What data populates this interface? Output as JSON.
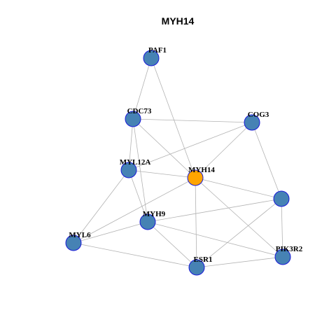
{
  "title": "MYH14",
  "colors": {
    "edge": "#b3b3b3",
    "node_fill": "#4682b4",
    "node_stroke": "#1a1ad8",
    "focus_fill": "#ffa500",
    "label": "#000000",
    "background": "#ffffff"
  },
  "graph": {
    "focus_node": "MYH14",
    "nodes": [
      {
        "id": "PAF1",
        "label": "PAF1"
      },
      {
        "id": "CDC73",
        "label": "CDC73"
      },
      {
        "id": "COG3",
        "label": "COG3"
      },
      {
        "id": "MYL12A",
        "label": "MYL12A"
      },
      {
        "id": "MYH14",
        "label": "MYH14"
      },
      {
        "id": "UNLABELED",
        "label": ""
      },
      {
        "id": "MYH9",
        "label": "MYH9"
      },
      {
        "id": "MYL6",
        "label": "MYL6"
      },
      {
        "id": "PIK3R2",
        "label": "PIK3R2"
      },
      {
        "id": "ESR1",
        "label": "ESR1"
      }
    ],
    "edges": [
      [
        "PAF1",
        "CDC73"
      ],
      [
        "PAF1",
        "MYH14"
      ],
      [
        "CDC73",
        "COG3"
      ],
      [
        "CDC73",
        "MYL12A"
      ],
      [
        "CDC73",
        "MYH14"
      ],
      [
        "CDC73",
        "MYH9"
      ],
      [
        "COG3",
        "MYL12A"
      ],
      [
        "COG3",
        "MYH14"
      ],
      [
        "COG3",
        "UNLABELED"
      ],
      [
        "MYL12A",
        "MYH14"
      ],
      [
        "MYL12A",
        "MYH9"
      ],
      [
        "MYL12A",
        "MYL6"
      ],
      [
        "MYH14",
        "UNLABELED"
      ],
      [
        "MYH14",
        "MYL6"
      ],
      [
        "MYH14",
        "ESR1"
      ],
      [
        "MYH14",
        "PIK3R2"
      ],
      [
        "MYH9",
        "UNLABELED"
      ],
      [
        "MYH9",
        "MYL6"
      ],
      [
        "MYH9",
        "ESR1"
      ],
      [
        "MYH9",
        "PIK3R2"
      ],
      [
        "UNLABELED",
        "PIK3R2"
      ],
      [
        "UNLABELED",
        "ESR1"
      ],
      [
        "MYL6",
        "ESR1"
      ],
      [
        "ESR1",
        "PIK3R2"
      ]
    ]
  }
}
